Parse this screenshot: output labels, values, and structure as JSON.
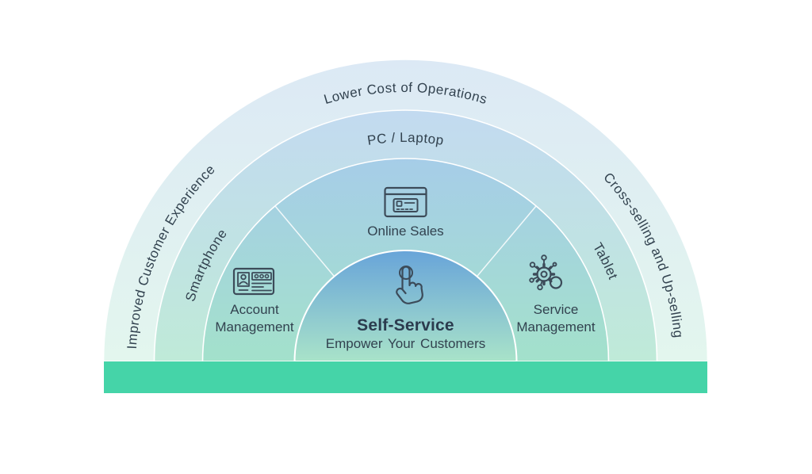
{
  "diagram": {
    "outer_ring": {
      "left": "Improved Customer Experience",
      "top": "Lower Cost of Operations",
      "right": "Cross-selling and Up-selling"
    },
    "device_ring": {
      "left": "Smartphone",
      "top": "PC / Laptop",
      "right": "Tablet"
    },
    "function_ring": {
      "left": {
        "icon": "account-card-icon",
        "line1": "Account",
        "line2": "Management"
      },
      "top": {
        "icon": "online-sales-browser-icon",
        "label": "Online Sales"
      },
      "right": {
        "icon": "service-gear-network-icon",
        "line1": "Service",
        "line2": "Management"
      }
    },
    "center": {
      "icon": "tap-hand-icon",
      "title": "Self-Service",
      "subtitle": "Empower Your Customers"
    },
    "colors": {
      "bar": "#45d4a8",
      "text": "#32424f",
      "title_text": "#2b3b4e",
      "icon_stroke": "#3c4b59",
      "outer_top": "#dce9f5",
      "outer_bottom": "#e3f6ee",
      "device_top": "#c2daf0",
      "device_bottom": "#bfead8",
      "function_top": "#a6cde8",
      "function_bottom": "#a3e1cb",
      "center_top": "#68a4d9",
      "center_bottom": "#a9e3c9"
    }
  }
}
